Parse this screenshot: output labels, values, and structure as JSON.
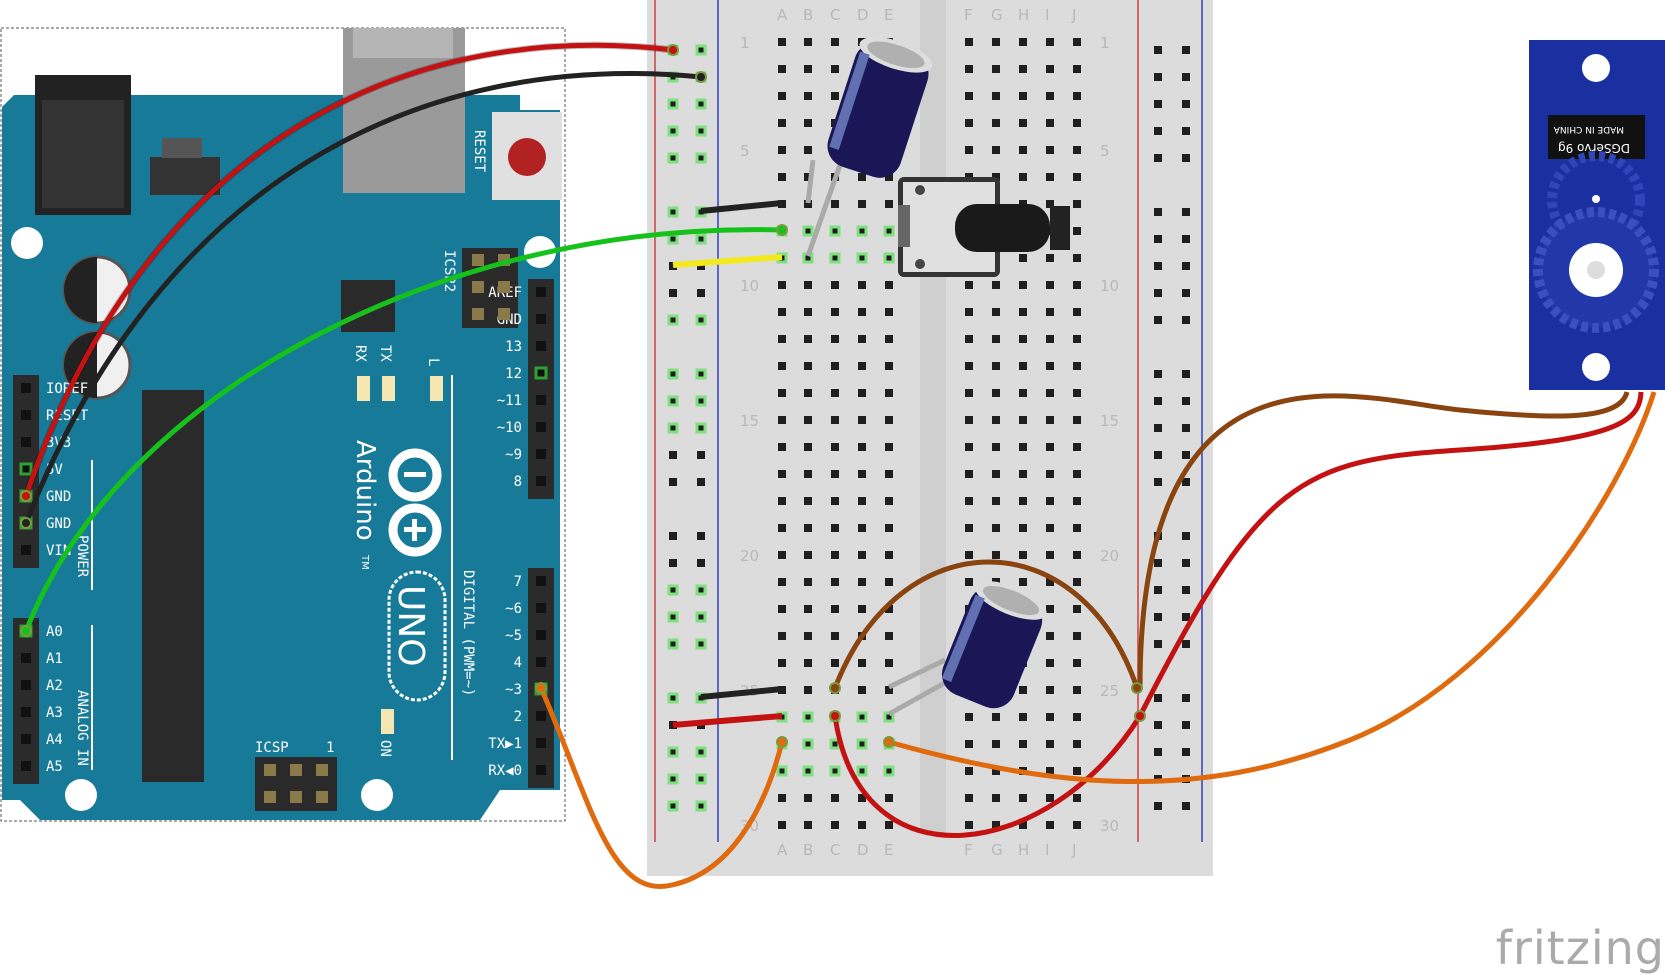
{
  "arduino": {
    "brand": "Arduino",
    "model": "UNO",
    "trademark": "TM",
    "reset_label": "RESET",
    "icsp2_label": "ICSP2",
    "icsp_label": "ICSP",
    "icsp_pin1": "1",
    "led_tx": "TX",
    "led_rx": "RX",
    "led_l": "L",
    "led_on": "ON",
    "digital_label": "DIGITAL (PWM=~)",
    "power_label": "POWER",
    "analog_label": "ANALOG IN",
    "power_pins": [
      "IOREF",
      "RESET",
      "3V3",
      "5V",
      "GND",
      "GND",
      "VIN"
    ],
    "analog_pins": [
      "A0",
      "A1",
      "A2",
      "A3",
      "A4",
      "A5"
    ],
    "digital_high": [
      "AREF",
      "GND",
      "13",
      "12",
      "~11",
      "~10",
      "~9",
      "8"
    ],
    "digital_low": [
      "7",
      "~6",
      "~5",
      "4",
      "~3",
      "2",
      "TX▶1",
      "RX◀0"
    ]
  },
  "breadboard": {
    "columns_left": [
      "A",
      "B",
      "C",
      "D",
      "E"
    ],
    "columns_right": [
      "F",
      "G",
      "H",
      "I",
      "J"
    ],
    "row_numbers": [
      "1",
      "5",
      "10",
      "15",
      "20",
      "25",
      "30"
    ]
  },
  "servo": {
    "name": "DGServo 9g",
    "origin": "MADE IN CHINA"
  },
  "watermark": "fritzing"
}
